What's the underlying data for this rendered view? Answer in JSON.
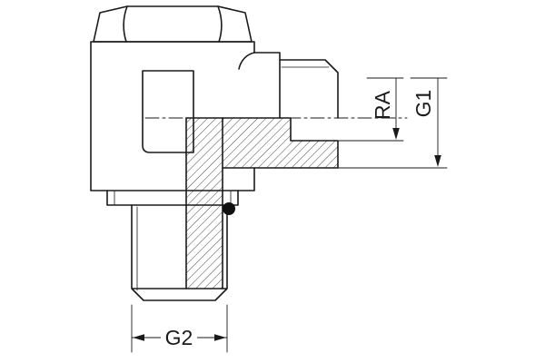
{
  "drawing": {
    "type": "technical-sectional-drawing",
    "subject": "banjo-elbow-fitting",
    "dimension_labels": {
      "ra": "RA",
      "g1": "G1",
      "g2": "G2"
    },
    "colors": {
      "line": "#1a1a1a",
      "background": "#ffffff",
      "seal": "#111111"
    }
  }
}
